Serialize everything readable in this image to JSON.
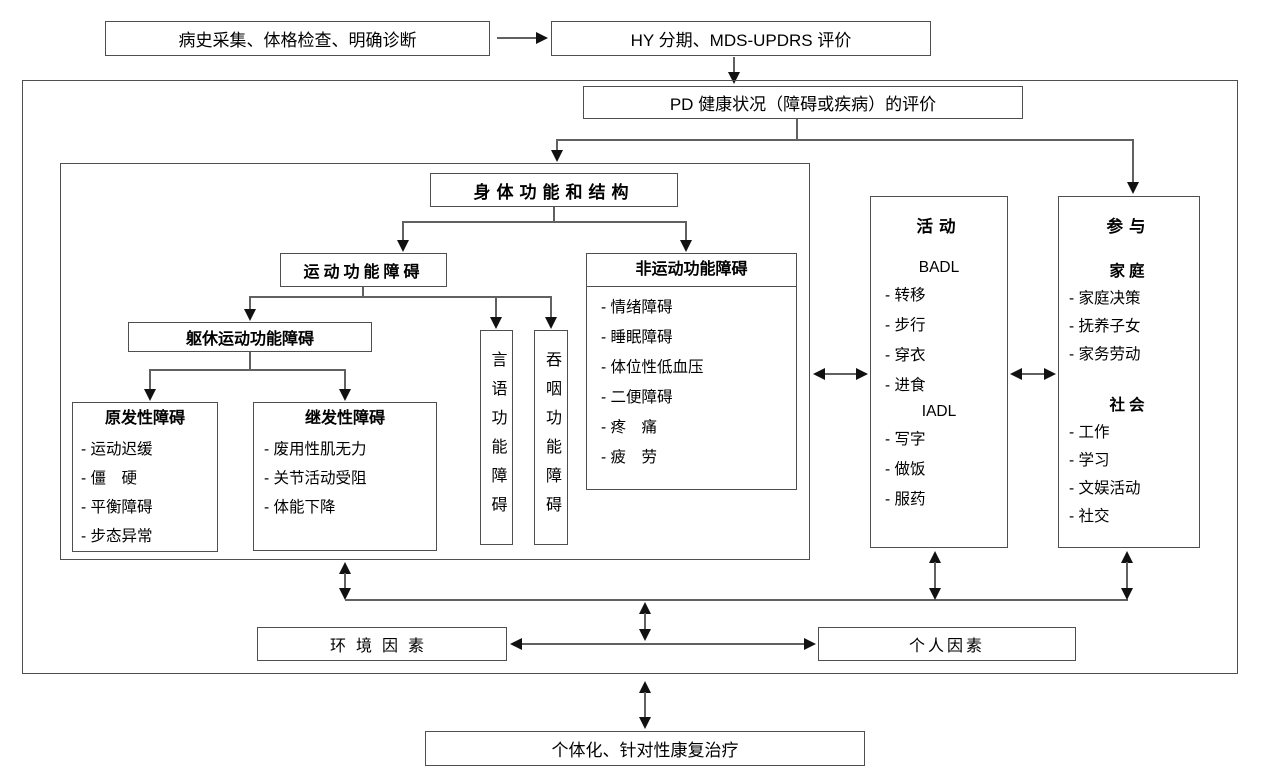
{
  "colors": {
    "background": "#ffffff",
    "line": "#616161",
    "arrowhead": "#111111",
    "text": "#000000"
  },
  "flow": {
    "assessment": "病史采集、体格检查、明确诊断",
    "staging": "HY 分期、MDS-UPDRS 评价",
    "pd_health": "PD 健康状况（障碍或疾病）的评价",
    "treatment": "个体化、针对性康复治疗"
  },
  "body_function": {
    "title": "身体功能和结构",
    "motor": "运动功能障碍",
    "trunk": "躯休运动功能障碍",
    "primary": {
      "title": "原发性障碍",
      "items": [
        "- 运动迟缓",
        "- 僵　硬",
        "- 平衡障碍",
        "- 步态异常"
      ]
    },
    "secondary": {
      "title": "继发性障碍",
      "items": [
        "- 废用性肌无力",
        "- 关节活动受阻",
        "- 体能下降"
      ]
    },
    "speech": "言语功能障碍",
    "swallow": "吞咽功能障碍",
    "nonmotor": {
      "title": "非运动功能障碍",
      "items": [
        "- 情绪障碍",
        "- 睡眠障碍",
        "- 体位性低血压",
        "- 二便障碍",
        "- 疼　痛",
        "- 疲　劳"
      ]
    }
  },
  "activity": {
    "title": "活动",
    "badl": "BADL",
    "badl_items": [
      "- 转移",
      "- 步行",
      "- 穿衣",
      "- 进食"
    ],
    "iadl": "IADL",
    "iadl_items": [
      "- 写字",
      "- 做饭",
      "- 服药"
    ]
  },
  "participation": {
    "title": "参与",
    "family": "家庭",
    "family_items": [
      "- 家庭决策",
      "- 抚养子女",
      "- 家务劳动"
    ],
    "society": "社会",
    "society_items": [
      "- 工作",
      "- 学习",
      "- 文娱活动",
      "- 社交"
    ]
  },
  "context": {
    "environment": "环境因素",
    "personal": "个人因素"
  }
}
